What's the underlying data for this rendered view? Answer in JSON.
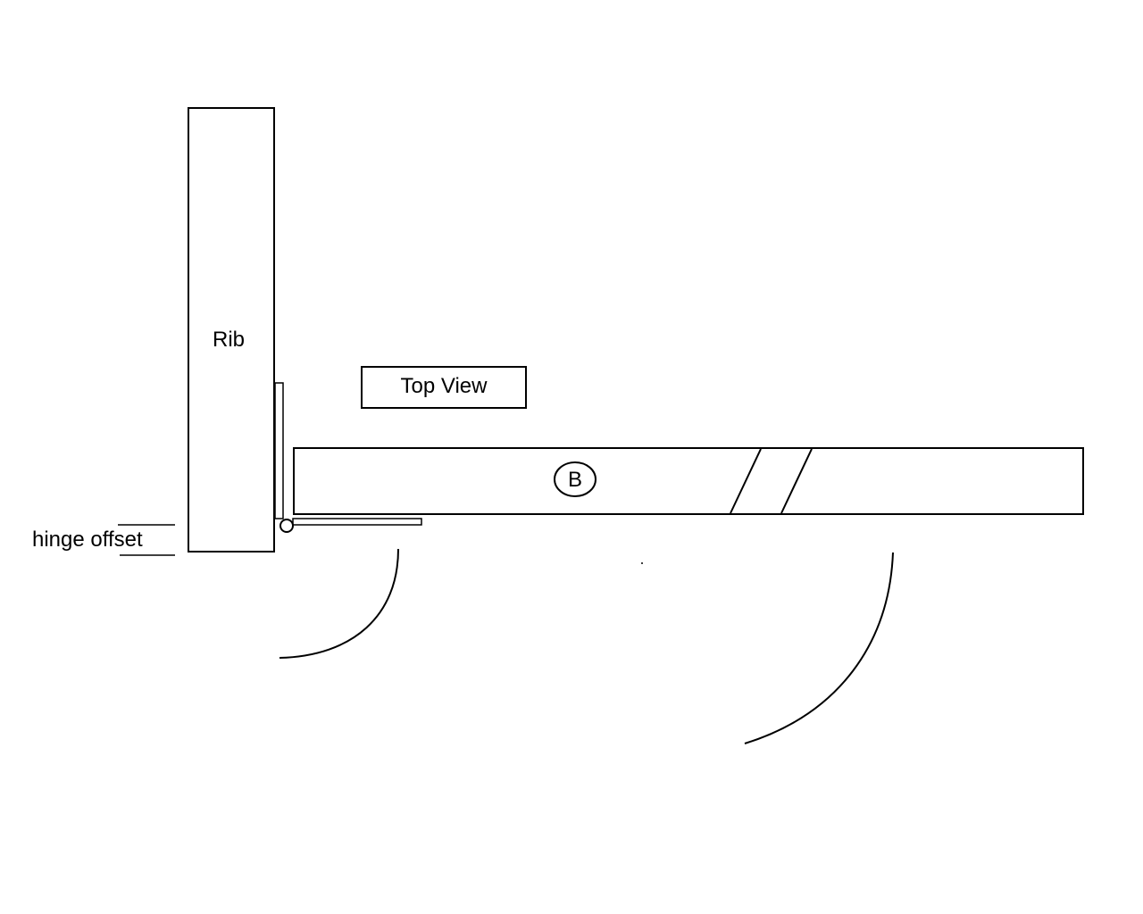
{
  "labels": {
    "rib": "Rib",
    "top_view": "Top View",
    "part_b": "B",
    "hinge_offset": "hinge offset"
  },
  "colors": {
    "line": "#000000",
    "background": "#ffffff"
  }
}
